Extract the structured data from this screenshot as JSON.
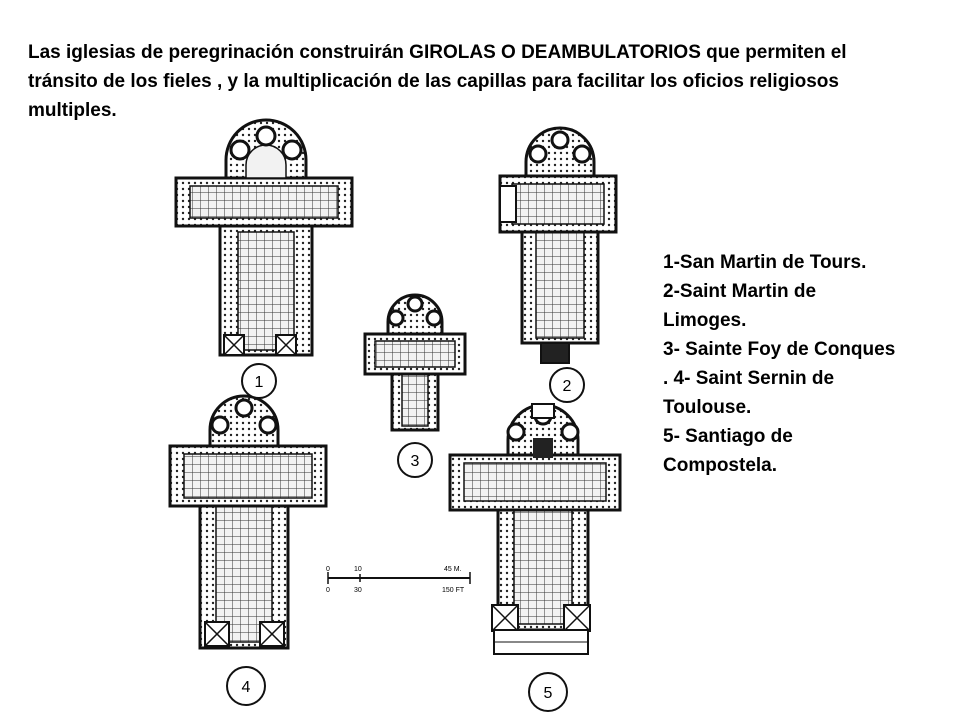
{
  "intro": "Las iglesias de peregrinación construirán GIROLAS O DEAMBULATORIOS que permiten el\ntránsito de los fieles , y la multiplicación de las capillas  para facilitar los oficios religiosos\nmultiples.",
  "legend": [
    "1-San Martin de Tours.",
    " 2-Saint Martin de\nLimoges.",
    "3- Sainte Foy de Conques\n. 4- Saint Sernin de\nToulouse.",
    "5- Santiago de\nCompostela."
  ],
  "plans": [
    {
      "number": "1"
    },
    {
      "number": "2"
    },
    {
      "number": "3"
    },
    {
      "number": "4"
    },
    {
      "number": "5"
    }
  ],
  "scale": {
    "top": [
      "0",
      "10",
      "45 M."
    ],
    "bottom": [
      "0",
      "30",
      "150 FT"
    ]
  }
}
